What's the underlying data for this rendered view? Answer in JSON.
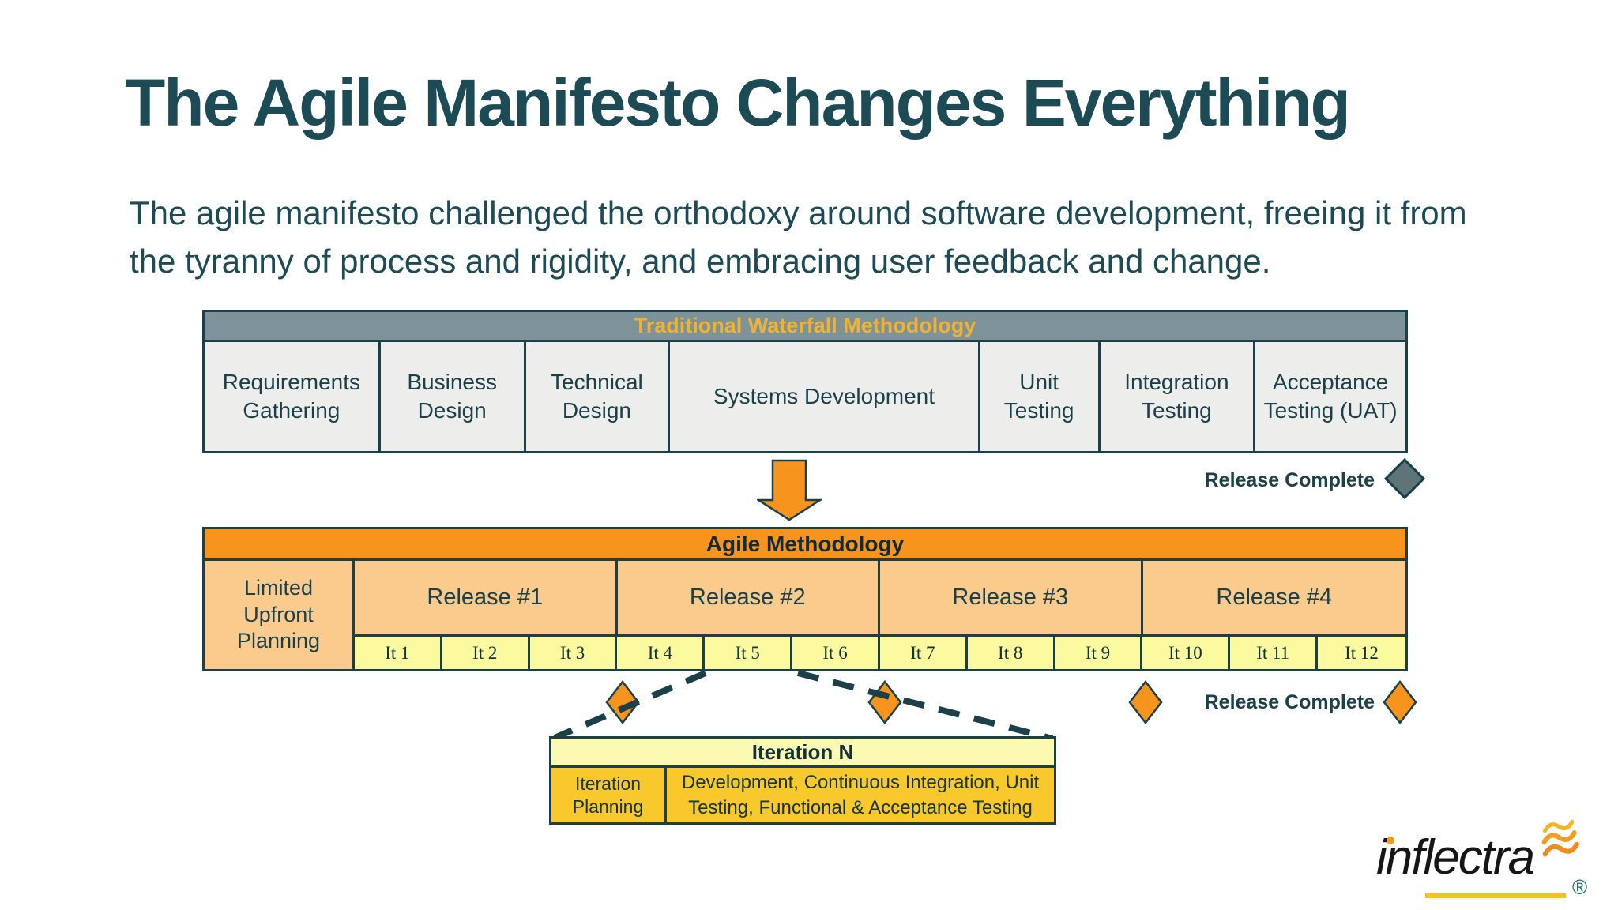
{
  "title": "The Agile Manifesto Changes Everything",
  "subtitle": "The agile manifesto challenged the orthodoxy around software development, freeing it from the tyranny of process and rigidity, and embracing user feedback and change.",
  "waterfall": {
    "header": "Traditional Waterfall Methodology",
    "phases": [
      "Requirements Gathering",
      "Business Design",
      "Technical Design",
      "Systems Development",
      "Unit Testing",
      "Integration Testing",
      "Acceptance Testing (UAT)"
    ],
    "release_complete_label": "Release Complete"
  },
  "agile": {
    "header": "Agile Methodology",
    "planning": "Limited Upfront Planning",
    "releases": [
      "Release #1",
      "Release #2",
      "Release #3",
      "Release #4"
    ],
    "iterations": [
      "It 1",
      "It 2",
      "It 3",
      "It 4",
      "It 5",
      "It 6",
      "It 7",
      "It 8",
      "It 9",
      "It 10",
      "It 11",
      "It 12"
    ],
    "release_complete_label": "Release Complete"
  },
  "iteration_detail": {
    "header": "Iteration N",
    "planning": "Iteration Planning",
    "activities": "Development, Continuous Integration, Unit Testing, Functional & Acceptance Testing"
  },
  "logo": {
    "name": "inflectra",
    "registered": "®"
  },
  "colors": {
    "heading_teal": "#1c4b55",
    "border_dark_teal": "#1c4049",
    "waterfall_header_gray": "#7e9399",
    "waterfall_header_text_gold": "#f2b230",
    "waterfall_cell_gray": "#ededeb",
    "agile_orange": "#f6941e",
    "release_peach": "#facb8d",
    "iteration_yellow": "#fbfa9f",
    "detail_gold": "#f9c82d",
    "diamond_slate": "#5e7479",
    "diamond_orange": "#f6941e",
    "logo_underline_yellow": "#f5c41c"
  }
}
